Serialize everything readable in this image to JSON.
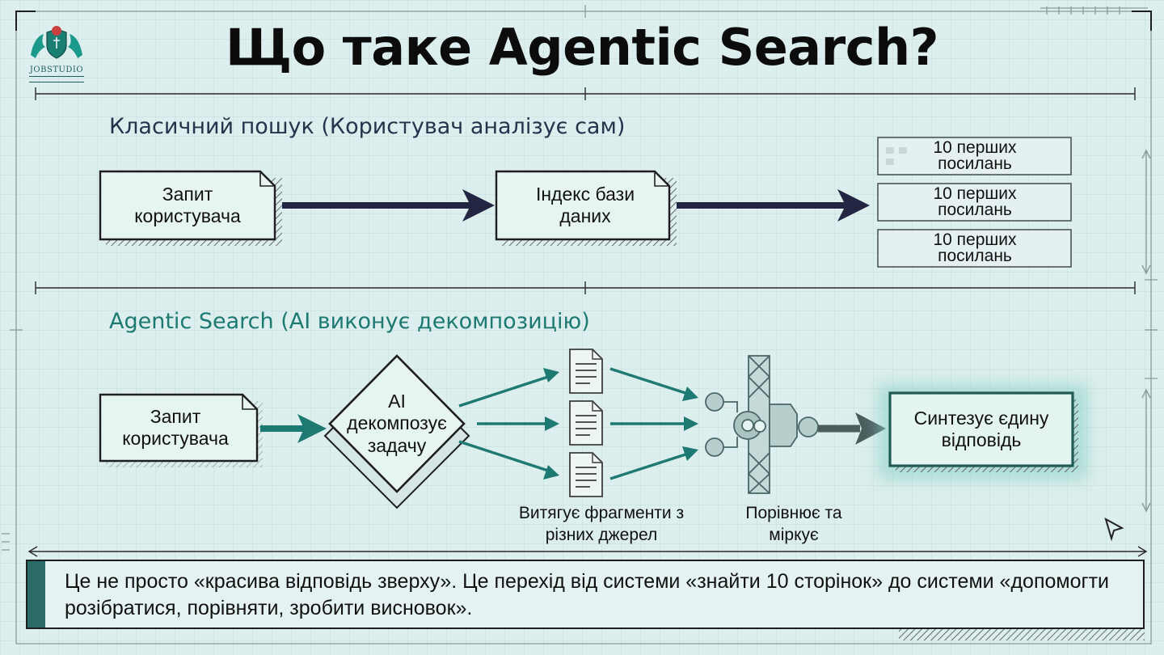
{
  "logo": {
    "name": "JOBSTUDIO"
  },
  "title": "Що таке Agentic Search?",
  "classic": {
    "heading": "Класичний пошук (Користувач аналізує сам)",
    "query": "Запит користувача",
    "index": "Індекс бази даних",
    "results": [
      "10 перших посилань",
      "10 перших посилань",
      "10 перших посилань"
    ]
  },
  "agentic": {
    "heading": "Agentic Search (AI виконує декомпозицію)",
    "query": "Запит користувача",
    "decompose": "AI декомпозує задачу",
    "extract_caption": "Витягує фрагменти з різних джерел",
    "compare_caption": "Порівнює та міркує",
    "synthesis": "Синтезує єдину відповідь"
  },
  "footer": {
    "text": "Це не просто «красива відповідь зверху». Це перехід від системи «знайти 10 сторінок» до системи «допомогти розібратися, порівняти, зробити висновок»."
  },
  "colors": {
    "dark_navy": "#222642",
    "teal": "#1d7a72",
    "accent": "#2b6b66",
    "background": "#dceeed"
  }
}
